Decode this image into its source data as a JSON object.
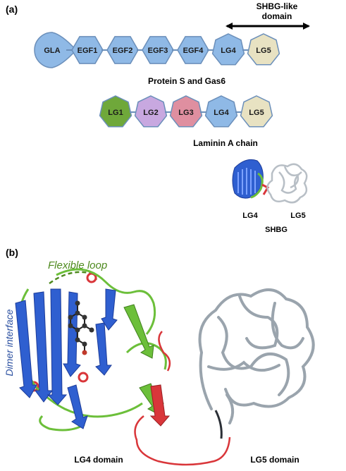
{
  "panels": {
    "a": "(a)",
    "b": "(b)"
  },
  "domain_arrow_label": {
    "line1": "SHBG-like",
    "line2": "domain"
  },
  "rows": [
    {
      "caption": "Protein S and Gas6",
      "domains": [
        {
          "label": "GLA",
          "shape": "drop",
          "color": "#8fb9e6"
        },
        {
          "label": "EGF1",
          "shape": "hex",
          "color": "#8fb9e6"
        },
        {
          "label": "EGF2",
          "shape": "hex",
          "color": "#8fb9e6"
        },
        {
          "label": "EGF3",
          "shape": "hex",
          "color": "#8fb9e6"
        },
        {
          "label": "EGF4",
          "shape": "hex",
          "color": "#8fb9e6"
        },
        {
          "label": "LG4",
          "shape": "hept",
          "color": "#8fb9e6"
        },
        {
          "label": "LG5",
          "shape": "hept",
          "color": "#e8e2c2"
        }
      ]
    },
    {
      "caption": "Laminin A chain",
      "domains": [
        {
          "label": "LG1",
          "shape": "hept",
          "color": "#6fa83a"
        },
        {
          "label": "LG2",
          "shape": "hept",
          "color": "#c8a8e0"
        },
        {
          "label": "LG3",
          "shape": "hept",
          "color": "#df8fa0"
        },
        {
          "label": "LG4",
          "shape": "hept",
          "color": "#8fb9e6"
        },
        {
          "label": "LG5",
          "shape": "hept",
          "color": "#e8e2c2"
        }
      ]
    }
  ],
  "shbg_thumb": {
    "lg4": "LG4",
    "lg5": "LG5",
    "caption": "SHBG"
  },
  "structure": {
    "flexible_loop": "Flexible loop",
    "dimer_interface": "Dimer interface",
    "lg4_domain": "LG4 domain",
    "lg5_domain": "LG5 domain"
  },
  "colors": {
    "domain_stroke": "#6b8fba",
    "strand_blue": "#2f5fd0",
    "strand_green": "#6cbf3a",
    "loop_red": "#d9363a",
    "lg5_gray": "#9aa4ad",
    "loop_label_green": "#4e8a1e",
    "dimer_label_blue": "#2a4fa0"
  }
}
